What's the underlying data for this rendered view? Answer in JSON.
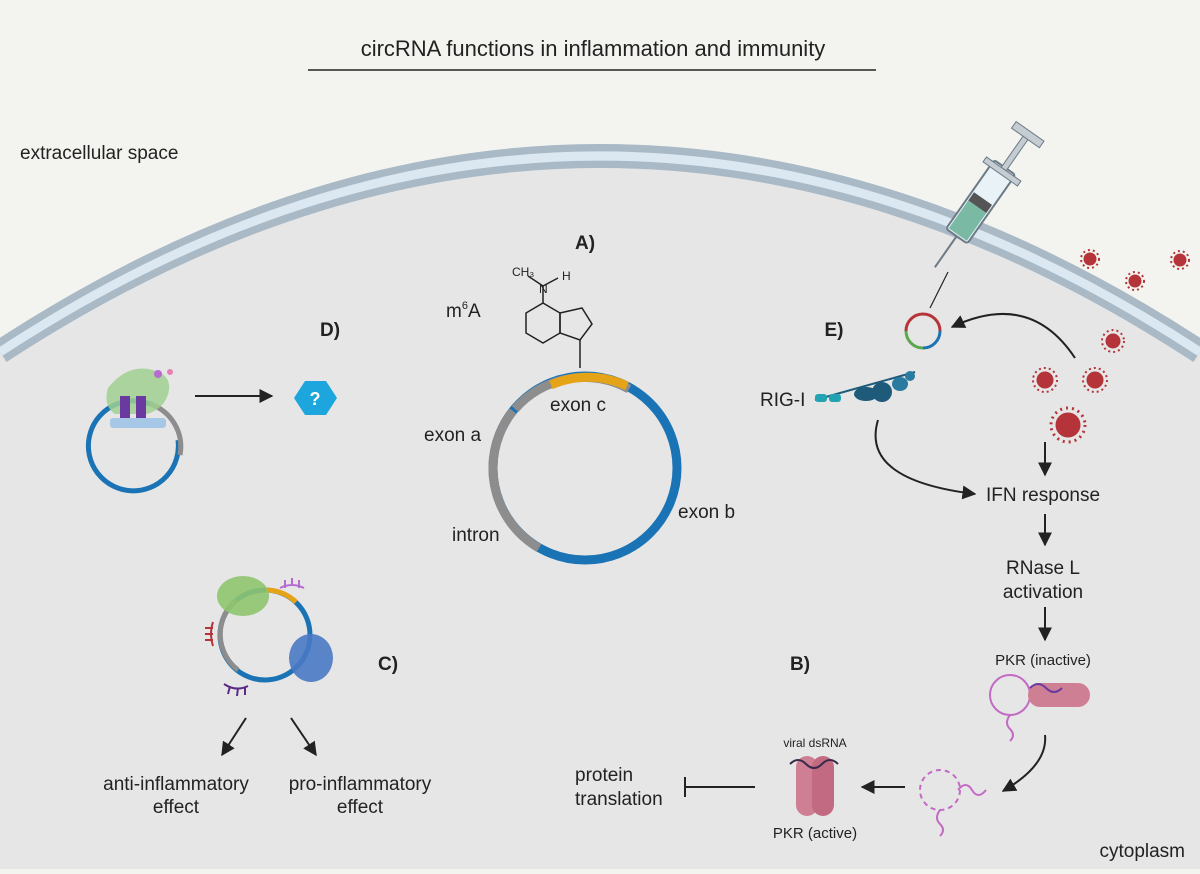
{
  "title": "circRNA functions in inflammation and immunity",
  "regions": {
    "extracellular": "extracellular space",
    "cytoplasm": "cytoplasm"
  },
  "panels": {
    "a": "A)",
    "b": "B)",
    "c": "C)",
    "d": "D)",
    "e": "E)"
  },
  "panel_a": {
    "modification": "m",
    "modification_sup": "6",
    "modification_tail": "A",
    "chem_ch3": "CH₃",
    "chem_h": "H",
    "chem_n": "N",
    "exon_a": "exon a",
    "exon_b": "exon b",
    "exon_c": "exon c",
    "intron": "intron"
  },
  "panel_c": {
    "anti": "anti-inflammatory",
    "anti_2": "effect",
    "pro": "pro-inflammatory",
    "pro_2": "effect"
  },
  "panel_d": {
    "unknown": "?"
  },
  "panel_e": {
    "rig1": "RIG-I",
    "ifn": "IFN response",
    "rnase_1": "RNase L",
    "rnase_2": "activation"
  },
  "panel_b": {
    "pkr_inactive": "PKR (inactive)",
    "viral_dsrna": "viral dsRNA",
    "pkr_active": "PKR (active)",
    "translation_1": "protein",
    "translation_2": "translation"
  },
  "colors": {
    "membrane_outer": "#a9b9c6",
    "membrane_inner": "#dbe8f2",
    "cytoplasm": "#e6e6e6",
    "exon_blue": "#1a73b5",
    "exon_orange": "#e5a418",
    "intron_gray": "#8d8d8d",
    "virus_red": "#b5343a",
    "pkr_pink": "#cf7f93",
    "hexagon": "#1da6de",
    "rig1_teal": "#1e5a7a"
  }
}
